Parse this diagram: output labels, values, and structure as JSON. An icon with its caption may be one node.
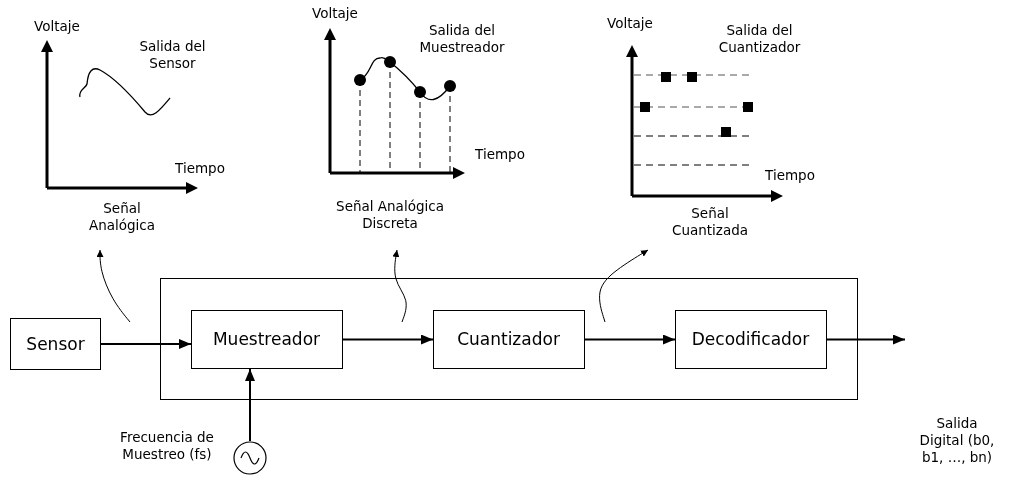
{
  "diagram": {
    "nodes": [
      {
        "text": [
          "Sensor"
        ]
      },
      {
        "text": [],
        "shape": "box"
      },
      {
        "text": [
          "Muestreador"
        ],
        "in": 1
      },
      {
        "text": [
          "Cuantizador"
        ],
        "in": 1
      },
      {
        "text": [
          "Decodificador"
        ],
        "in": 1
      },
      {
        "text": [
          "Salida Digital (b0, b1, …, bn)"
        ]
      },
      {
        "text": [],
        "shape": "circle",
        "beside": [
          "Frecuencia de Muestreo (fs)"
        ]
      },
      {
        "text": [
          "Voltaje",
          "Salida del Sensor",
          "Tiempo",
          "Señal Analógica"
        ]
      },
      {
        "text": [
          "Voltaje",
          "Salida del Muestreador",
          "Tiempo",
          "Señal Analógica Discreta"
        ]
      },
      {
        "text": [
          "Voltaje",
          "Salida del Cuantizador",
          "Tiempo",
          "Señal Cuantizada"
        ]
      }
    ],
    "edges": [
      {
        "from": 0,
        "to": 2,
        "arrow": "to"
      },
      {
        "from": 2,
        "to": 3,
        "arrow": "to"
      },
      {
        "from": 3,
        "to": 4,
        "arrow": "to"
      },
      {
        "from": 4,
        "to": 5,
        "arrow": "to"
      },
      {
        "from": 6,
        "to": 2,
        "arrow": "to"
      },
      {
        "from": null,
        "to": 7,
        "arrow": "to"
      },
      {
        "from": null,
        "to": 8,
        "arrow": "to"
      },
      {
        "from": null,
        "to": 9,
        "arrow": "to"
      }
    ]
  }
}
